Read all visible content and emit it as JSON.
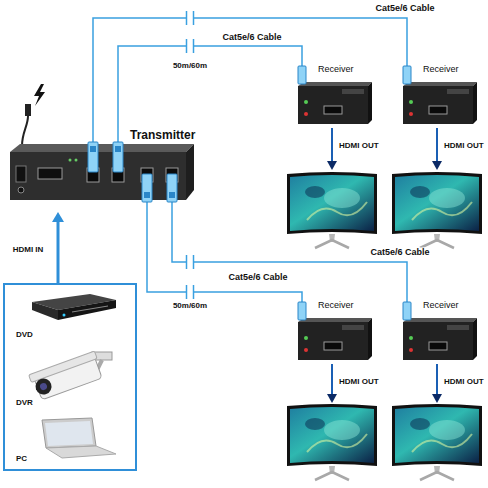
{
  "diagram": {
    "nodes": [
      {
        "text": [
          "Transmitter"
        ]
      },
      {
        "text": [
          "Receiver"
        ]
      },
      {
        "text": [
          "Receiver"
        ]
      },
      {
        "text": [
          "Receiver"
        ]
      },
      {
        "text": [
          "Receiver"
        ]
      },
      {
        "text": [
          "DVD"
        ]
      },
      {
        "text": [
          "DVR"
        ]
      },
      {
        "text": [
          "PC"
        ]
      }
    ],
    "edges": [
      {
        "from": 0,
        "to": 1,
        "label": "Cat5e/6 Cable",
        "arrow": "none"
      },
      {
        "from": 0,
        "to": 2,
        "label": "Cat5e/6 Cable",
        "arrow": "none"
      },
      {
        "from": 0,
        "to": 3,
        "label": "Cat5e/6 Cable",
        "arrow": "none"
      },
      {
        "from": 0,
        "to": 4,
        "label": "Cat5e/6 Cable",
        "arrow": "none"
      }
    ],
    "labels": [
      "50m/60m",
      "50m/60m",
      "HDMI IN",
      "HDMI OUT",
      "HDMI OUT",
      "HDMI OUT",
      "HDMI OUT"
    ]
  }
}
